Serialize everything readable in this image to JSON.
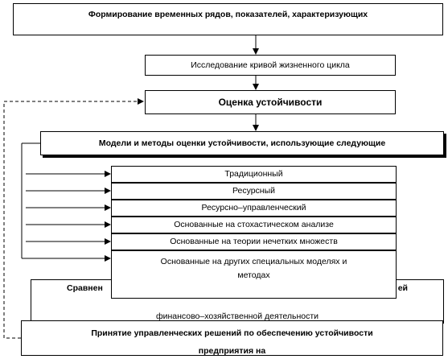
{
  "boxes": {
    "formation": "Формирование временных рядов, показателей, характеризующих",
    "lifecycle": "Исследование кривой жизненного цикла",
    "assessment": "Оценка устойчивости",
    "models": "Модели и методы оценки устойчивости, использующие следующие",
    "comparison_line1_left": "Сравнен",
    "comparison_line1_right": "ей",
    "comparison_line2": "финансово–хозяйственной деятельности",
    "decisions_line1": "Принятие управленческих решений по обеспечению устойчивости",
    "decisions_line2": "предприятия на"
  },
  "methods": [
    "Традиционный",
    "Ресурсный",
    "Ресурсно–управленческий",
    "Основанные на стохастическом анализе",
    "Основанные на теории нечетких множеств",
    "Основанные на других специальных моделях и методах"
  ]
}
